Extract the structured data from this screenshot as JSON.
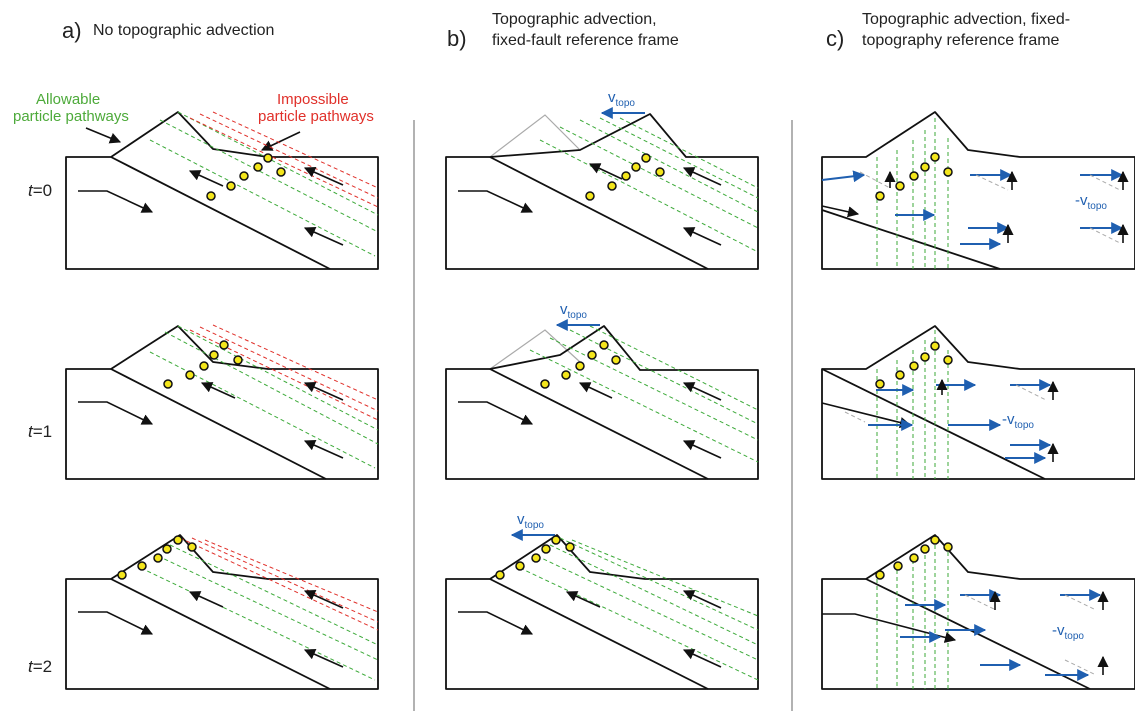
{
  "panels": [
    {
      "letter": "a)",
      "title_line1": "No topographic advection",
      "title_line2": ""
    },
    {
      "letter": "b)",
      "title_line1": "Topographic advection,",
      "title_line2": "fixed-fault reference frame"
    },
    {
      "letter": "c)",
      "title_line1": "Topographic advection, fixed-",
      "title_line2": "topography reference frame"
    }
  ],
  "annotations": {
    "allowable_line1": "Allowable",
    "allowable_line2": "particle pathways",
    "impossible_line1": "Impossible",
    "impossible_line2": "particle pathways",
    "v_main": "v",
    "v_sub": "topo",
    "negv_main": "-v",
    "negv_sub": "topo"
  },
  "time_labels": [
    {
      "t": "t",
      "value": "=0"
    },
    {
      "t": "t",
      "value": "=1"
    },
    {
      "t": "t",
      "value": "=2"
    }
  ],
  "colors": {
    "allowable": "#4daa3a",
    "impossible": "#e0302a",
    "velocity": "#1f5fb0",
    "particle": "#f4e61c"
  }
}
